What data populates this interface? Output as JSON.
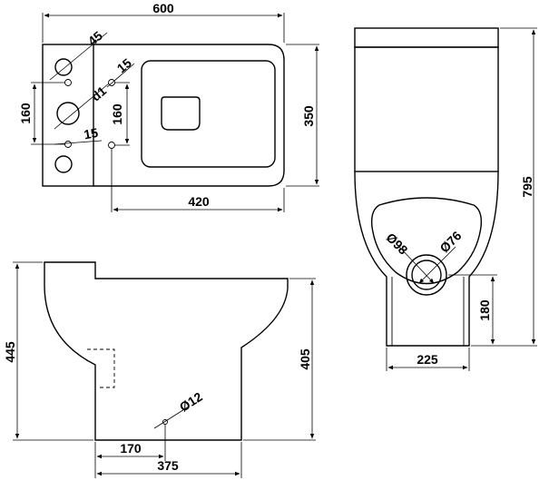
{
  "top_view": {
    "width": "600",
    "depth": "350",
    "bowl_to_rear": "420",
    "hole_pitch_left": "160",
    "hole_pitch_right": "160",
    "hole_dia_a": "45",
    "hole_dia_b": "15",
    "hole_dia_c": "15",
    "hole_dia_d": "d1"
  },
  "side_view": {
    "overall_height": "445",
    "pan_height": "405",
    "outlet_dia": "Ø12",
    "outlet_offset": "170",
    "base_depth": "375"
  },
  "front_view": {
    "overall_height": "795",
    "outlet_outer_dia": "Ø98",
    "outlet_inner_dia": "Ø76",
    "outlet_height": "180",
    "base_width": "225"
  }
}
